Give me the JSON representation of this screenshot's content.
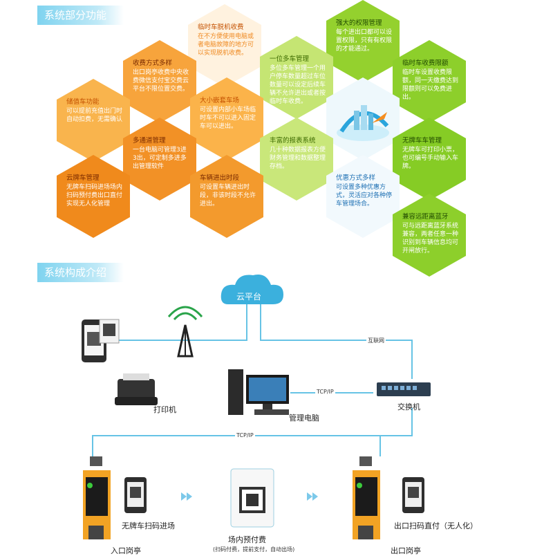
{
  "sections": {
    "features_title": "系统部分功能",
    "composition_title": "系统构成介绍"
  },
  "features": [
    {
      "title": "临时车脱机收费",
      "body": "在不方便使用电脑或者电脑故障的地方可以实现脱机收费。"
    },
    {
      "title": "强大的权限管理",
      "body": "每个进出口都可以设置权限，只有有权限的才能通过。"
    },
    {
      "title": "收费方式多样",
      "body": "出口岗亭收费中央收费微信支付宝交费云平台不限位置交费。"
    },
    {
      "title": "一位多车管理",
      "body": "多位多车管理一个用户停车数量超过车位数量可以设定后续车辆不允许进出或者按临时车收费。"
    },
    {
      "title": "临时车收费限额",
      "body": "临时车设置收费限额，同一天缴费达到限额则可以免费进出。"
    },
    {
      "title": "储值车功能",
      "body": "可以提前充值出门时自动扣费，无需确认"
    },
    {
      "title": "大小嵌套车场",
      "body": "可设置内部小车场临时车不可以进入固定车可以进出。"
    },
    {
      "title": "多通道管理",
      "body": "一台电脑可管理3进3出，可定制多进多出管理软件"
    },
    {
      "title": "丰富的报表系统",
      "body": "几十种数据报表方便财务管理和数据整理存档。"
    },
    {
      "title": "无牌车车管理",
      "body": "无牌车可打印小票，也可编号手动输入车牌。"
    },
    {
      "title": "云牌车管理",
      "body": "无牌车扫码进场场内扫码预付费出口直付实现无人化管理"
    },
    {
      "title": "车辆进出时段",
      "body": "可设置车辆进出时段，非该时段不允许进出。"
    },
    {
      "title": "优惠方式多样",
      "body": "可设置多种优惠方式，灵活应对各种停车管理场合。"
    },
    {
      "title": "兼容远距离蓝牙",
      "body": "可与远距离蓝牙系统兼容，两者任意一种识别到车辆信息均可开闸放行。"
    }
  ],
  "diagram": {
    "cloud": "云平台",
    "internet": "互联网",
    "tcpip_1": "TCP/IP",
    "tcpip_2": "TCP/IP",
    "printer": "打印机",
    "pc": "管理电脑",
    "switch": "交换机",
    "entry_scan": "无牌车扫码进场",
    "prepay": "场内预付费",
    "prepay_note": "(扫码付费，提前支付，自动出场)",
    "exit_pay": "出口扫码直付（无人化）",
    "entry_gate": "入口岗亭",
    "exit_gate": "出口岗亭"
  },
  "colors": {
    "orange_dark": "#f08a1c",
    "orange_light": "#f9b24a",
    "green_dark": "#8ccf2a",
    "green_light": "#c7e777",
    "line": "#66c3e5",
    "cloud": "#3bb0dd"
  }
}
